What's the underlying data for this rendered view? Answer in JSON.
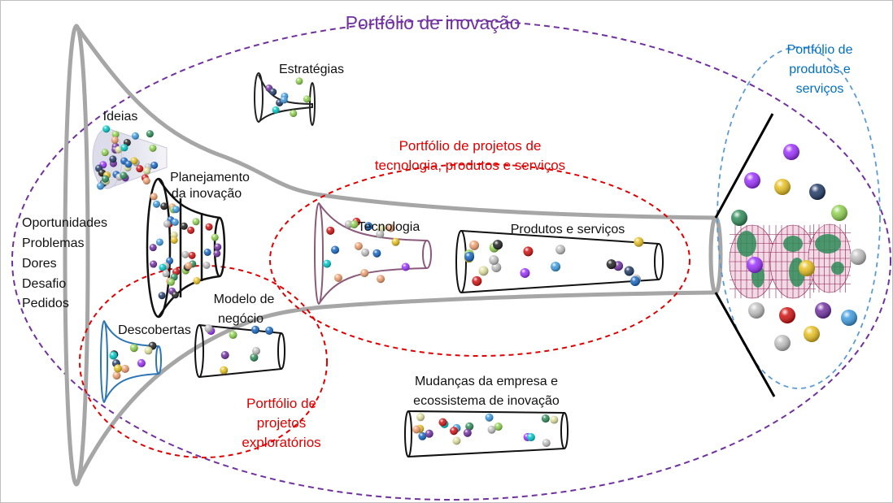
{
  "title": "Portfólio de inovação",
  "labels": {
    "estrategias": "Estratégias",
    "ideias": "Ideias",
    "planejamento_line1": "Planejamento",
    "planejamento_line2": "da inovação",
    "tecnologia": "Tecnologia",
    "produtos_servicos": "Produtos e serviços",
    "modelo_line1": "Modelo de",
    "modelo_line2": "negócio",
    "descobertas": "Descobertas",
    "mudancas_line1": "Mudanças da empresa e",
    "mudancas_line2": "ecossistema de inovação"
  },
  "inputs": [
    "Oportunidades",
    "Problemas",
    "Dores",
    "Desafio",
    "Pedidos"
  ],
  "portfolios": {
    "projetos_line1": "Portfólio de projetos de",
    "projetos_line2": "tecnologia, produtos e serviços",
    "exploratorios_line1": "Portfólio de",
    "exploratorios_line2": "projetos",
    "exploratorios_line3": "exploratórios",
    "produtos_line1": "Portfólio de",
    "produtos_line2": "produtos e",
    "produtos_line3": "serviços"
  },
  "colors": {
    "title": "#7030A0",
    "portfolio_red": "#E00000",
    "portfolio_blue": "#0070C0",
    "funnel_gray": "#A6A6A6",
    "outer_ellipse": "#7030A0",
    "blue_dashed": "#5B9BD5",
    "tecnologia_outline": "#8B5A7A",
    "descobertas_outline": "#2E75B6"
  },
  "ball_colors": [
    "#9B30FF",
    "#00C8C8",
    "#E8C020",
    "#2E8B57",
    "#8FD14F",
    "#F0A070",
    "#E0E0A0",
    "#C0C0C0",
    "#3D9BE0",
    "#D01010",
    "#7030A0",
    "#1F3864",
    "#202020",
    "#1565C0"
  ]
}
